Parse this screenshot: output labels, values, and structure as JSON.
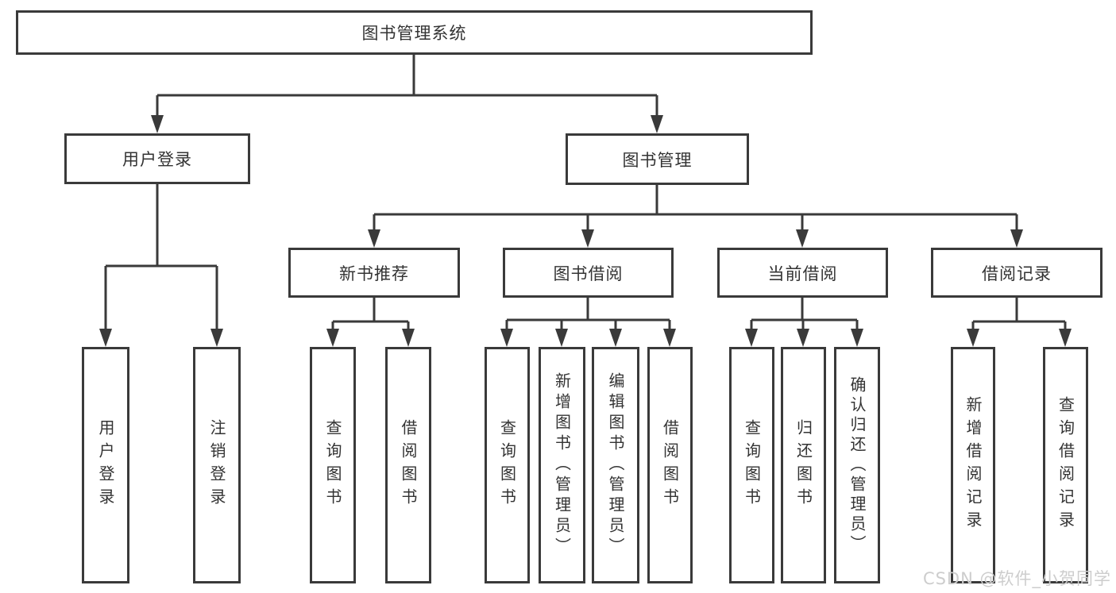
{
  "diagram": {
    "root": {
      "label": "图书管理系统"
    },
    "level2": [
      {
        "label": "用户登录"
      },
      {
        "label": "图书管理"
      }
    ],
    "level3": [
      {
        "label": "新书推荐"
      },
      {
        "label": "图书借阅"
      },
      {
        "label": "当前借阅"
      },
      {
        "label": "借阅记录"
      }
    ],
    "leaves": {
      "user_login": [
        "用户登录",
        "注销登录"
      ],
      "new_book_recommend": [
        "查询图书",
        "借阅图书"
      ],
      "book_borrow": [
        "查询图书",
        "新增图书（管理员）",
        "编辑图书（管理员）",
        "借阅图书"
      ],
      "current_borrow": [
        "查询图书",
        "归还图书",
        "确认归还（管理员）"
      ],
      "borrow_records": [
        "新增借阅记录",
        "查询借阅记录"
      ]
    }
  },
  "watermark": {
    "text": "CSDN @软件_小贺同学"
  },
  "colors": {
    "line": "#3a3a3a",
    "text": "#333333",
    "watermark": "#cdcdcd",
    "background": "#ffffff"
  }
}
